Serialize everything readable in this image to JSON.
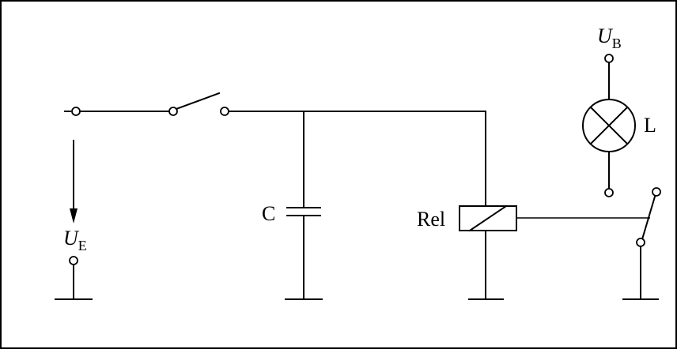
{
  "labels": {
    "input_voltage": {
      "symbol": "U",
      "subscript": "E"
    },
    "supply_voltage": {
      "symbol": "U",
      "subscript": "B"
    },
    "capacitor": "C",
    "relay": "Rel",
    "lamp": "L"
  }
}
